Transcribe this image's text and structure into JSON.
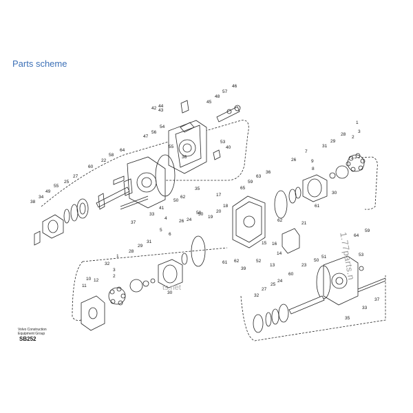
{
  "title": "Parts scheme",
  "footer": {
    "line1": "Volvo Construction",
    "line2": "Equipment Group",
    "code": "SB252"
  },
  "watermark": "1.77parts.n",
  "watermark2": "ts.net",
  "callouts": [
    {
      "n": "44"
    },
    {
      "n": "43"
    },
    {
      "n": "42"
    },
    {
      "n": "48"
    },
    {
      "n": "57"
    },
    {
      "n": "46"
    },
    {
      "n": "45"
    },
    {
      "n": "56"
    },
    {
      "n": "54"
    },
    {
      "n": "47"
    },
    {
      "n": "55"
    },
    {
      "n": "53"
    },
    {
      "n": "40"
    },
    {
      "n": "62"
    },
    {
      "n": "35"
    },
    {
      "n": "58"
    },
    {
      "n": "64"
    },
    {
      "n": "22"
    },
    {
      "n": "60"
    },
    {
      "n": "27"
    },
    {
      "n": "25"
    },
    {
      "n": "55"
    },
    {
      "n": "49"
    },
    {
      "n": "34"
    },
    {
      "n": "38"
    },
    {
      "n": "36"
    },
    {
      "n": "41"
    },
    {
      "n": "33"
    },
    {
      "n": "37"
    },
    {
      "n": "50"
    },
    {
      "n": "50"
    },
    {
      "n": "63"
    },
    {
      "n": "59"
    },
    {
      "n": "65"
    },
    {
      "n": "36"
    },
    {
      "n": "17"
    },
    {
      "n": "20"
    },
    {
      "n": "18"
    },
    {
      "n": "19"
    },
    {
      "n": "62"
    },
    {
      "n": "61"
    },
    {
      "n": "62"
    },
    {
      "n": "39"
    },
    {
      "n": "52"
    },
    {
      "n": "16"
    },
    {
      "n": "15"
    },
    {
      "n": "14"
    },
    {
      "n": "13"
    },
    {
      "n": "21"
    },
    {
      "n": "7"
    },
    {
      "n": "26"
    },
    {
      "n": "9"
    },
    {
      "n": "8"
    },
    {
      "n": "61"
    },
    {
      "n": "31"
    },
    {
      "n": "29"
    },
    {
      "n": "28"
    },
    {
      "n": "1"
    },
    {
      "n": "2"
    },
    {
      "n": "3"
    },
    {
      "n": "30"
    },
    {
      "n": "24"
    },
    {
      "n": "26"
    },
    {
      "n": "50"
    },
    {
      "n": "4"
    },
    {
      "n": "5"
    },
    {
      "n": "6"
    },
    {
      "n": "31"
    },
    {
      "n": "29"
    },
    {
      "n": "28"
    },
    {
      "n": "32"
    },
    {
      "n": "1"
    },
    {
      "n": "3"
    },
    {
      "n": "2"
    },
    {
      "n": "30"
    },
    {
      "n": "10"
    },
    {
      "n": "11"
    },
    {
      "n": "12"
    },
    {
      "n": "64"
    },
    {
      "n": "59"
    },
    {
      "n": "53"
    },
    {
      "n": "50"
    },
    {
      "n": "51"
    },
    {
      "n": "23"
    },
    {
      "n": "27"
    },
    {
      "n": "25"
    },
    {
      "n": "24"
    },
    {
      "n": "60"
    },
    {
      "n": "32"
    },
    {
      "n": "37"
    },
    {
      "n": "33"
    },
    {
      "n": "35"
    }
  ]
}
